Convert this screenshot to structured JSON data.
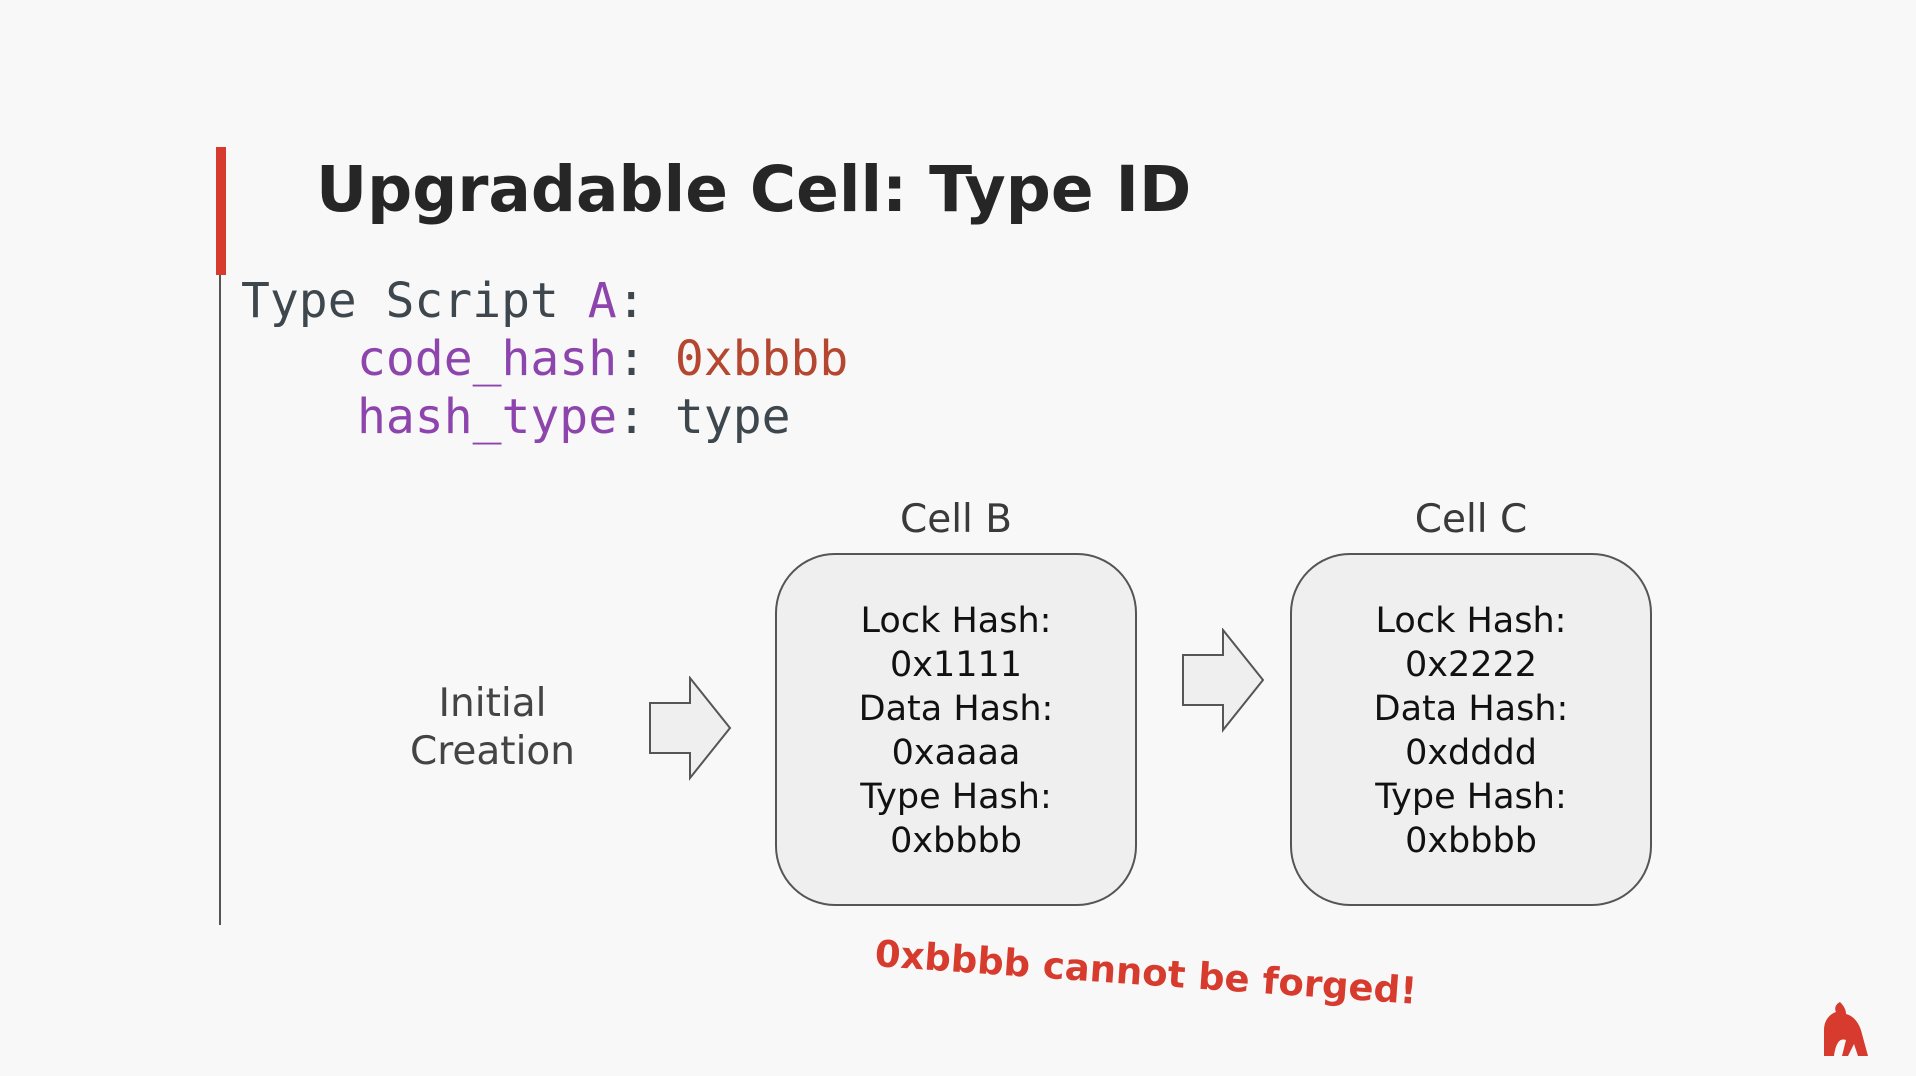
{
  "slide": {
    "title": "Upgradable Cell: Type ID"
  },
  "colors": {
    "accent": "#d63b2d",
    "code_text": "#3e474d",
    "code_key": "#8e44ad",
    "code_value": "#b5462f",
    "note": "#d63b2d",
    "box_fill": "#efefef",
    "box_border": "#555555"
  },
  "code": {
    "line1": {
      "word_type": "Type",
      "word_script": "Script",
      "name": "A",
      "colon": ":"
    },
    "line2": {
      "key": "code_hash",
      "colon": ": ",
      "value": "0xbbbb"
    },
    "line3": {
      "key": "hash_type",
      "colon": ": ",
      "value": "type"
    }
  },
  "diagram": {
    "initial": {
      "line1": "Initial",
      "line2": "Creation"
    },
    "cells": [
      {
        "title": "Cell B",
        "lines": [
          "Lock Hash:",
          "0x1111",
          "Data Hash:",
          "0xaaaa",
          "Type Hash:",
          "0xbbbb"
        ]
      },
      {
        "title": "Cell C",
        "lines": [
          "Lock Hash:",
          "0x2222",
          "Data Hash:",
          "0xdddd",
          "Type Hash:",
          "0xbbbb"
        ]
      }
    ],
    "note": "0xbbbb cannot be forged!"
  },
  "icons": {
    "arrow": "right-arrow-icon",
    "logo": "logo-icon"
  }
}
